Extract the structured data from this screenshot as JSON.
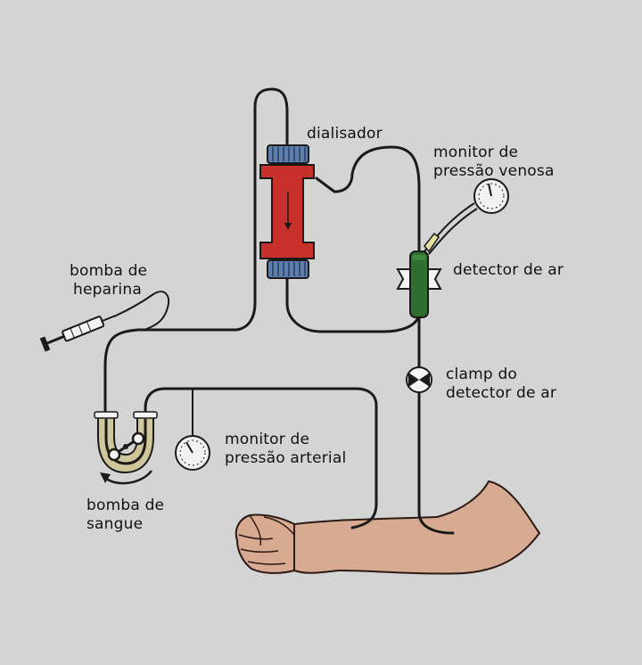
{
  "labels": {
    "dialisador": "dialisador",
    "monitor_venosa_1": "monitor de",
    "monitor_venosa_2": "pressão venosa",
    "detector_ar": "detector de ar",
    "bomba_heparina_1": "bomba de",
    "bomba_heparina_2": "heparina",
    "clamp_1": "clamp do",
    "clamp_2": "detector de ar",
    "monitor_arterial_1": "monitor de",
    "monitor_arterial_2": "pressão arterial",
    "bomba_sangue_1": "bomba de",
    "bomba_sangue_2": "sangue"
  },
  "colors": {
    "background": "#d4d4d4",
    "dialyzer": "#c8302c",
    "dialyzer_caps": "#5a7fb0",
    "air_detector": "#2f6f2f",
    "pump_housing": "#cfc79a",
    "skin": "#d8aa92",
    "tube": "#1a1a1a"
  }
}
